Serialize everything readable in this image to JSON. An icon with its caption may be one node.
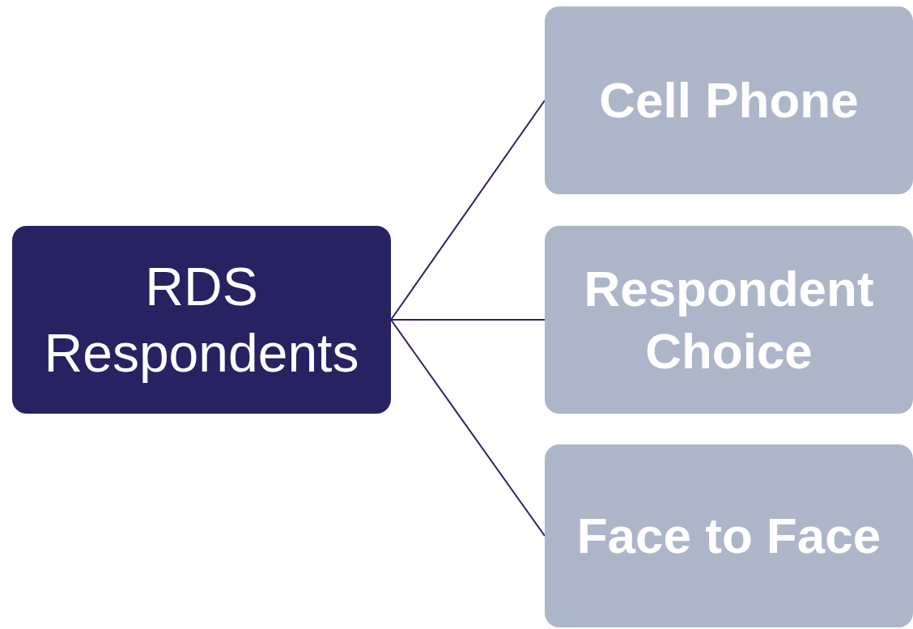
{
  "diagram": {
    "nodes": [
      {
        "text": [
          "RDS Respondents"
        ]
      },
      {
        "text": [
          "Cell Phone"
        ]
      },
      {
        "text": [
          "Respondent Choice"
        ]
      },
      {
        "text": [
          "Face to Face"
        ]
      }
    ],
    "edges": [
      {
        "from": 0,
        "to": 1,
        "arrow": "none"
      },
      {
        "from": 0,
        "to": 2,
        "arrow": "none"
      },
      {
        "from": 0,
        "to": 3,
        "arrow": "none"
      }
    ]
  }
}
